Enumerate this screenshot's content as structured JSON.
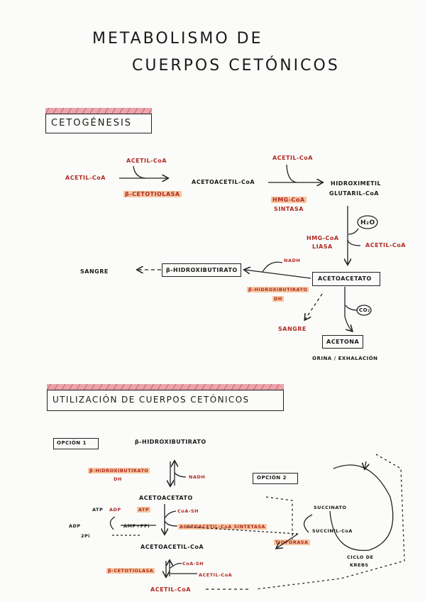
{
  "title": {
    "line1": "METABOLISMO DE",
    "line2": "CUERPOS CETÓNICOS"
  },
  "cetogenesis": {
    "heading": "CETOGÉNESIS",
    "acetil_coa_1": "ACETIL-CoA",
    "acetil_coa_in1": "ACETIL-CoA",
    "enzyme1": "β-CETOTIOLASA",
    "acetoacetil_coa": "ACETOACETIL-CoA",
    "acetil_coa_in2": "ACETIL-CoA",
    "enzyme2_line1": "HMG-CoA",
    "enzyme2_line2": "SINTASA",
    "hmg_line1": "HIDROXIMETIL",
    "hmg_line2": "GLUTARIL-CoA",
    "h2o": "H₂O",
    "enzyme3_line1": "HMG-CoA",
    "enzyme3_line2": "LIASA",
    "acetil_coa_out": "ACETIL-CoA",
    "acetoacetato": "ACETOACETATO",
    "nadh": "NADH",
    "enzyme4_line1": "β-HIDROXIBUTIRATO",
    "enzyme4_line2": "DH",
    "b_hidroxibutirato": "β-HIDROXIBUTIRATO",
    "sangre_left": "SANGRE",
    "co2": "CO₂",
    "sangre_bottom": "SANGRE",
    "acetona": "ACETONA",
    "orina": "ORINA / EXHALACIÓN"
  },
  "utilizacion": {
    "heading": "UTILIZACIÓN DE CUERPOS CETÓNICOS",
    "opcion1": "OPCIÓN 1",
    "b_hidroxibutirato": "β-HIDROXIBUTIRATO",
    "enzyme1_line1": "β-HIDROXIBUTIRATO",
    "enzyme1_line2": "DH",
    "nadh": "NADH",
    "acetoacetato": "ACETOACETATO",
    "atp1": "ATP",
    "adp1": "ADP",
    "atp2": "ATP",
    "coa_sh1": "CoA-SH",
    "adp2": "ADP",
    "amp_ppi": "AMP+PPi",
    "two_pi": "2Pi",
    "enzyme2": "ACETOACETIL-CoA SINTETASA",
    "acetoacetil_coa": "ACETOACETIL-CoA",
    "coa_sh2": "CoA-SH",
    "enzyme3": "β-CETOTIOLASA",
    "acetil_coa_a": "ACETIL-CoA",
    "acetil_coa_b": "ACETIL-CoA",
    "opcion2": "OPCIÓN 2",
    "succinato": "SUCCINATO",
    "succinil_coa": "SUCCINIL-CoA",
    "tioforasa": "TIOFORASA",
    "ciclo_line1": "CICLO DE",
    "ciclo_line2": "KREBS"
  }
}
